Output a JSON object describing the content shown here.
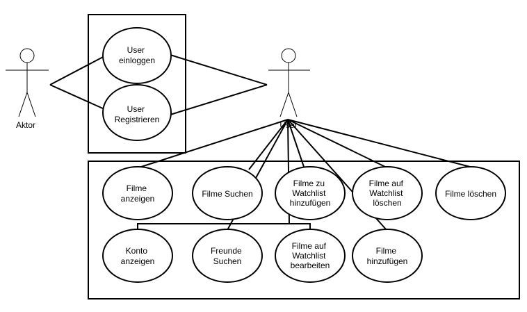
{
  "diagram": {
    "actors": {
      "left": {
        "label": "Aktor"
      },
      "right": {
        "label": "User"
      }
    },
    "use_cases": {
      "login": {
        "lines": [
          "User",
          "einloggen"
        ]
      },
      "register": {
        "lines": [
          "User",
          "Registrieren"
        ]
      },
      "filme_anzeigen": {
        "lines": [
          "Filme",
          "anzeigen"
        ]
      },
      "filme_suchen": {
        "lines": [
          "Filme Suchen"
        ]
      },
      "watchlist_add": {
        "lines": [
          "Filme zu",
          "Watchlist",
          "hinzufügen"
        ]
      },
      "watchlist_delete": {
        "lines": [
          "Filme auf",
          "Watchlist",
          "löschen"
        ]
      },
      "filme_loeschen": {
        "lines": [
          "Filme löschen"
        ]
      },
      "konto_anzeigen": {
        "lines": [
          "Konto",
          "anzeigen"
        ]
      },
      "freunde_suchen": {
        "lines": [
          "Freunde",
          "Suchen"
        ]
      },
      "watchlist_edit": {
        "lines": [
          "Filme auf",
          "Watchlist",
          "bearbeiten"
        ]
      },
      "filme_hinzufuegen": {
        "lines": [
          "Filme",
          "hinzufügen"
        ]
      }
    },
    "colors": {
      "stroke": "#000000",
      "fill": "#ffffff",
      "text": "#000000"
    }
  }
}
